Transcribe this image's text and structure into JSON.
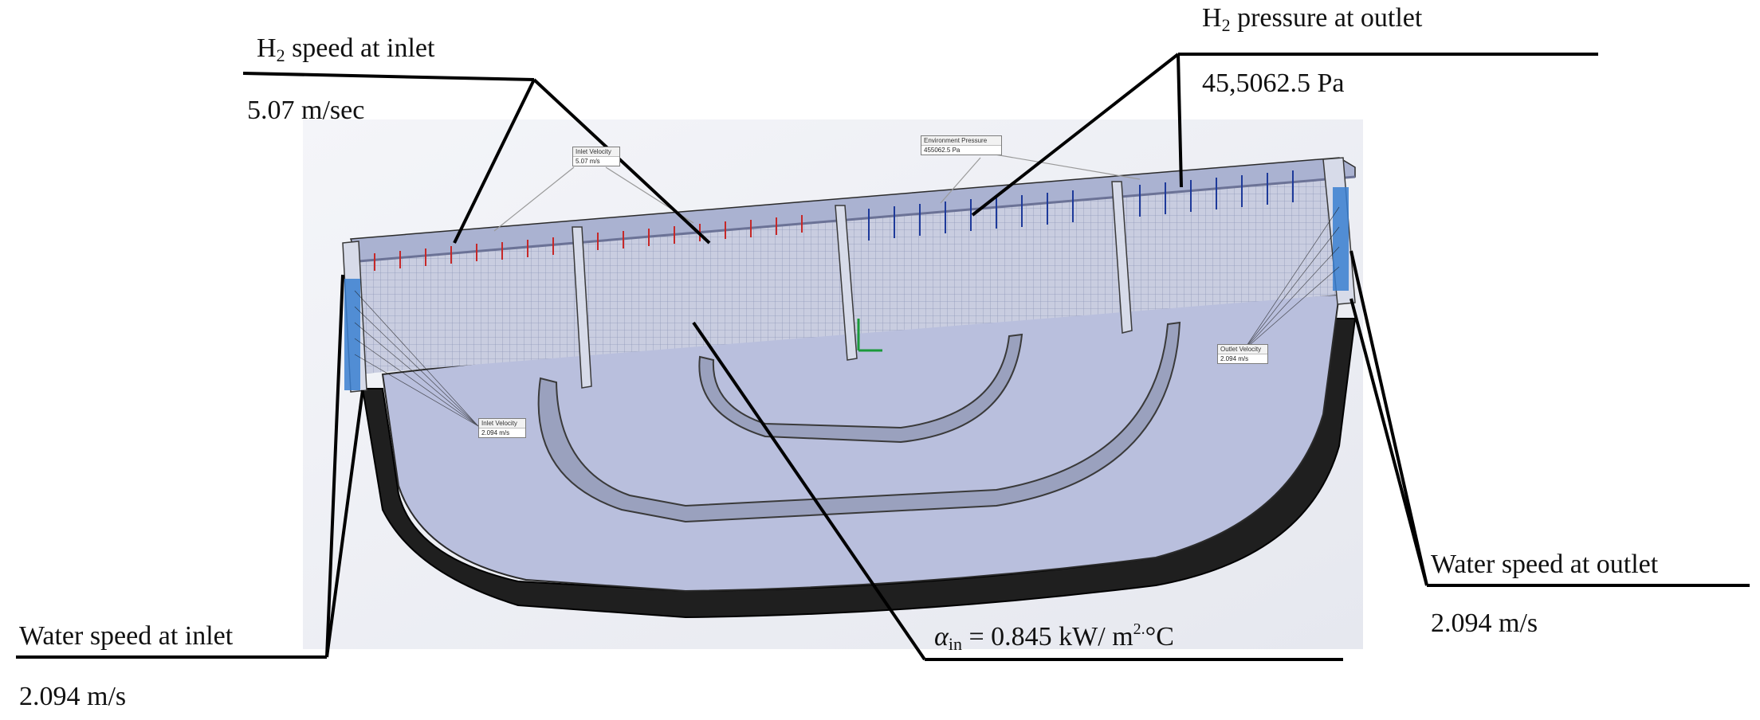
{
  "labels": {
    "h2_inlet_title": "speed at inlet",
    "h2_inlet_value": "5.07 m/sec",
    "h2_outlet_title": "pressure at outlet",
    "h2_outlet_value": "45,5062.5 Pa",
    "h2_symbol": "H",
    "h2_subscript": "2",
    "water_inlet_title": "Water speed at inlet",
    "water_inlet_value": "2.094 m/s",
    "water_outlet_title": "Water speed at outlet",
    "water_outlet_value": "2.094 m/s",
    "alpha_symbol": "α",
    "alpha_subscript": "in",
    "alpha_text": " = 0.845 kW/ m",
    "alpha_superscript": "2.",
    "alpha_unit_tail": "°C"
  },
  "callouts": {
    "inlet_velocity_top": {
      "title": "Inlet Velocity",
      "value": "5.07 m/s"
    },
    "environment_pressure": {
      "title": "Environment Pressure",
      "value": "455062.5 Pa"
    },
    "inlet_velocity_water": {
      "title": "Inlet Velocity",
      "value": "2.094 m/s"
    },
    "outlet_velocity_water": {
      "title": "Outlet Velocity",
      "value": "2.094 m/s"
    }
  },
  "colors": {
    "model_fill": "#b9bfdd",
    "model_edge": "#2b2b2b",
    "rim_dark": "#1f1f1f",
    "arrow_red": "#c62828",
    "arrow_blue": "#1e3a9a",
    "water_blue": "#3a7fd0",
    "leader": "#000000"
  }
}
